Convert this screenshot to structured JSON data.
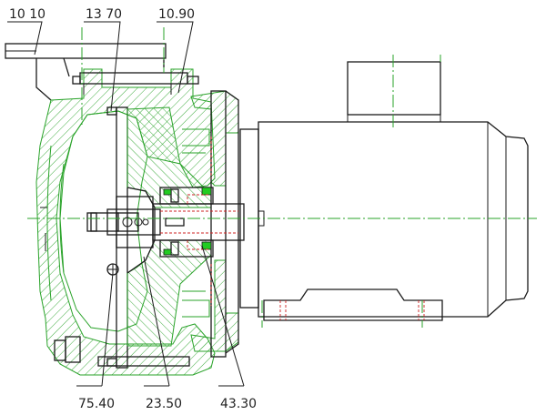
{
  "colors": {
    "outline": "#1a1a1a",
    "section_hatch": "#2aa32a",
    "centerline": "#2aa32a",
    "hidden_line": "#cc2222",
    "seal_fill": "#22cc22",
    "background": "#ffffff"
  },
  "callouts": {
    "casing": "10 10",
    "impeller": "13 70",
    "casing_cover": "10.90",
    "casing_gasket": "75.40",
    "impeller_key": "23.50",
    "mechanical_seal": "43.30"
  }
}
